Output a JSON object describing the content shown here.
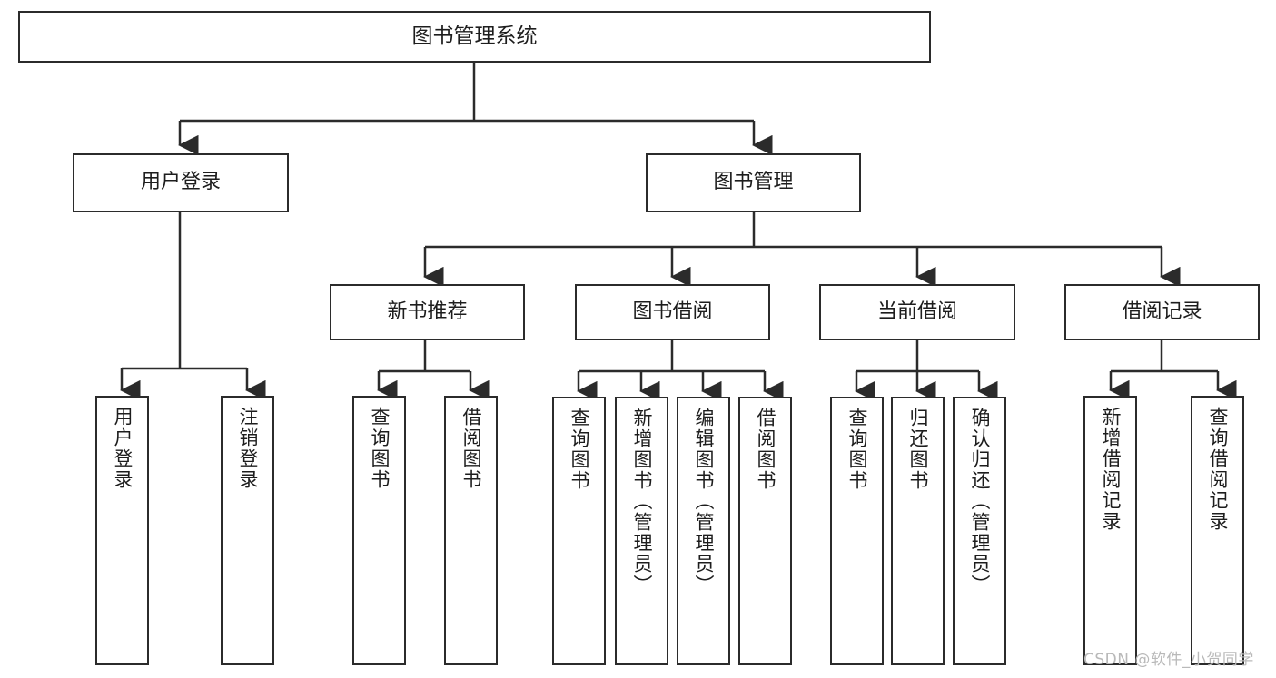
{
  "diagram": {
    "type": "hierarchy-tree",
    "title": "图书管理系统",
    "levels": [
      {
        "level": 1,
        "nodes": [
          {
            "id": "root",
            "label": "图书管理系统"
          }
        ]
      },
      {
        "level": 2,
        "nodes": [
          {
            "id": "user-login",
            "label": "用户登录",
            "parent": "root"
          },
          {
            "id": "book-manage",
            "label": "图书管理",
            "parent": "root"
          }
        ]
      },
      {
        "level": 3,
        "nodes": [
          {
            "id": "new-book-rec",
            "label": "新书推荐",
            "parent": "book-manage"
          },
          {
            "id": "book-borrow",
            "label": "图书借阅",
            "parent": "book-manage"
          },
          {
            "id": "current-borrow",
            "label": "当前借阅",
            "parent": "book-manage"
          },
          {
            "id": "borrow-record",
            "label": "借阅记录",
            "parent": "book-manage"
          }
        ]
      },
      {
        "level": 4,
        "nodes": [
          {
            "id": "leaf-1",
            "label": "用户登录",
            "parent": "user-login"
          },
          {
            "id": "leaf-2",
            "label": "注销登录",
            "parent": "user-login"
          },
          {
            "id": "leaf-3",
            "label": "查询图书",
            "parent": "new-book-rec"
          },
          {
            "id": "leaf-4",
            "label": "借阅图书",
            "parent": "new-book-rec"
          },
          {
            "id": "leaf-5",
            "label": "查询图书",
            "parent": "book-borrow"
          },
          {
            "id": "leaf-6",
            "label": "新增图书（管理员）",
            "parent": "book-borrow"
          },
          {
            "id": "leaf-7",
            "label": "编辑图书（管理员）",
            "parent": "book-borrow"
          },
          {
            "id": "leaf-8",
            "label": "借阅图书",
            "parent": "book-borrow"
          },
          {
            "id": "leaf-9",
            "label": "查询图书",
            "parent": "current-borrow"
          },
          {
            "id": "leaf-10",
            "label": "归还图书",
            "parent": "current-borrow"
          },
          {
            "id": "leaf-11",
            "label": "确认归还（管理员）",
            "parent": "current-borrow"
          },
          {
            "id": "leaf-12",
            "label": "新增借阅记录",
            "parent": "borrow-record"
          },
          {
            "id": "leaf-13",
            "label": "查询借阅记录",
            "parent": "borrow-record"
          }
        ]
      }
    ],
    "colors": {
      "stroke": "#2b2b2b",
      "fill": "#ffffff",
      "text": "#1d1d1d",
      "watermark": "#b9b9b9"
    }
  },
  "watermark": {
    "text": "CSDN @软件_小贺同学"
  }
}
